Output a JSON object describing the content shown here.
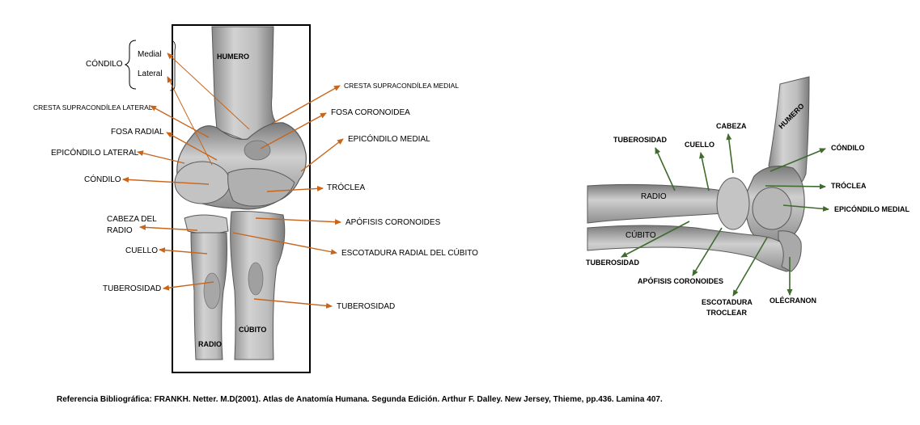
{
  "colors": {
    "arrow_left": "#c8651b",
    "arrow_right": "#3f6b2f",
    "bone": "#b9b9b9",
    "bone_dark": "#6d6d6d",
    "frame": "#000000"
  },
  "left_figure": {
    "bone_labels": {
      "humero": "HUMERO",
      "radio": "RADIO",
      "cubito": "CÚBITO"
    },
    "condilo_group": {
      "title": "CÓNDILO",
      "medial": "Medial",
      "lateral": "Lateral"
    },
    "labels": {
      "cresta_supra_lateral": "CRESTA SUPRACONDÍLEA LATERAL",
      "fosa_radial": "FOSA RADIAL",
      "epicondilo_lateral": "EPICÓNDILO LATERAL",
      "condilo": "CÓNDILO",
      "cabeza_radio_1": "CABEZA DEL",
      "cabeza_radio_2": "RADIO",
      "cuello": "CUELLO",
      "tuberosidad_radio": "TUBEROSIDAD",
      "cresta_supra_medial": "CRESTA SUPRACONDÍLEA MEDIAL",
      "fosa_coronoidea": "FOSA CORONOIDEA",
      "epicondilo_medial": "EPICÓNDILO MEDIAL",
      "troclea": "TRÓCLEA",
      "apofisis_coronoides": "APÓFISIS CORONOIDES",
      "escotadura_radial": "ESCOTADURA RADIAL DEL CÚBITO",
      "tuberosidad_cubito": "TUBEROSIDAD"
    }
  },
  "right_figure": {
    "bone_labels": {
      "humero": "HUMERO",
      "radio": "RADIO",
      "cubito": "CÚBITO"
    },
    "labels": {
      "tuberosidad_top": "TUBEROSIDAD",
      "cuello": "CUELLO",
      "cabeza": "CABEZA",
      "condilo": "CÓNDILO",
      "troclea": "TRÓCLEA",
      "epicondilo_medial": "EPICÓNDILO MEDIAL",
      "tuberosidad_bottom": "TUBEROSIDAD",
      "apofisis_coronoides": "APÓFISIS CORONOIDES",
      "escotadura_1": "ESCOTADURA",
      "escotadura_2": "TROCLEAR",
      "olecranon": "OLÉCRANON"
    }
  },
  "reference": "Referencia Bibliográfica: FRANKH. Netter. M.D(2001). Atlas de Anatomía Humana. Segunda Edición. Arthur F. Dalley. New Jersey, Thieme, pp.436. Lamina 407."
}
